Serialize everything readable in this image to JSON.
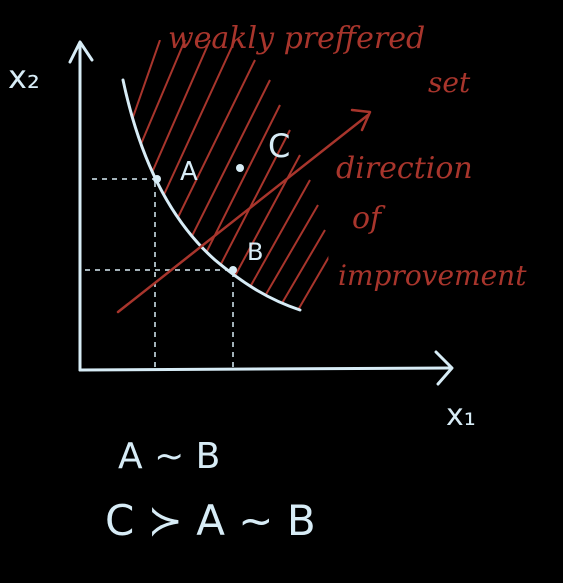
{
  "axes": {
    "y_label": "x₂",
    "x_label": "x₁"
  },
  "annotations": {
    "weakly_preferred_line1": "weakly preffered",
    "weakly_preferred_line2": "set",
    "direction_line1": "direction",
    "direction_line2": "of",
    "direction_line3": "improvement"
  },
  "points": {
    "a": "A",
    "b": "B",
    "c": "C"
  },
  "relations": {
    "first": "A ~ B",
    "second": "C ≻ A ~ B"
  },
  "colors": {
    "ink_blue": "#d7ecf6",
    "ink_red": "#a8352c",
    "background": "#000000"
  }
}
